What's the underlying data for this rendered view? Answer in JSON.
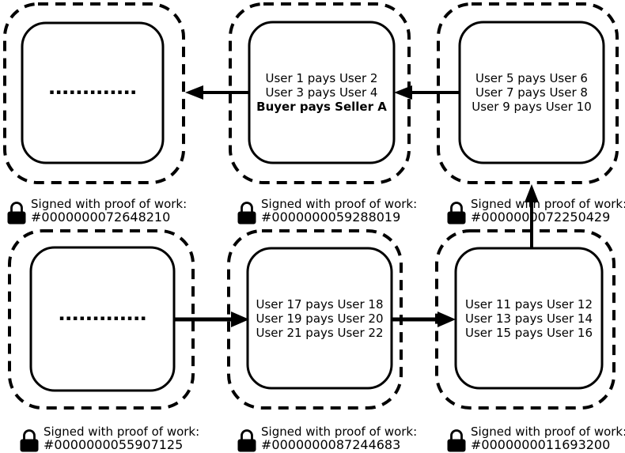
{
  "proof_label": "Signed with proof of work:",
  "dots": "▪▪▪▪▪▪▪▪▪▪▪▪▪",
  "blocks": {
    "top_left": {
      "hash": "#0000000072648210"
    },
    "top_middle": {
      "tx": [
        "User 1 pays User 2",
        "User 3 pays User 4",
        "Buyer pays Seller A"
      ],
      "hash": "#0000000059288019"
    },
    "top_right": {
      "tx": [
        "User 5 pays User 6",
        "User 7 pays User 8",
        "User 9 pays User 10"
      ],
      "hash": "#0000000072250429"
    },
    "bottom_left": {
      "hash": "#0000000055907125"
    },
    "bottom_middle": {
      "tx": [
        "User 17 pays User 18",
        "User 19 pays User 20",
        "User 21 pays User 22"
      ],
      "hash": "#0000000087244683"
    },
    "bottom_right": {
      "tx": [
        "User 11 pays User 12",
        "User 13 pays User 14",
        "User 15 pays User 16"
      ],
      "hash": "#0000000011693200"
    }
  },
  "colors": {
    "ink": "#000000",
    "paper": "#ffffff"
  }
}
